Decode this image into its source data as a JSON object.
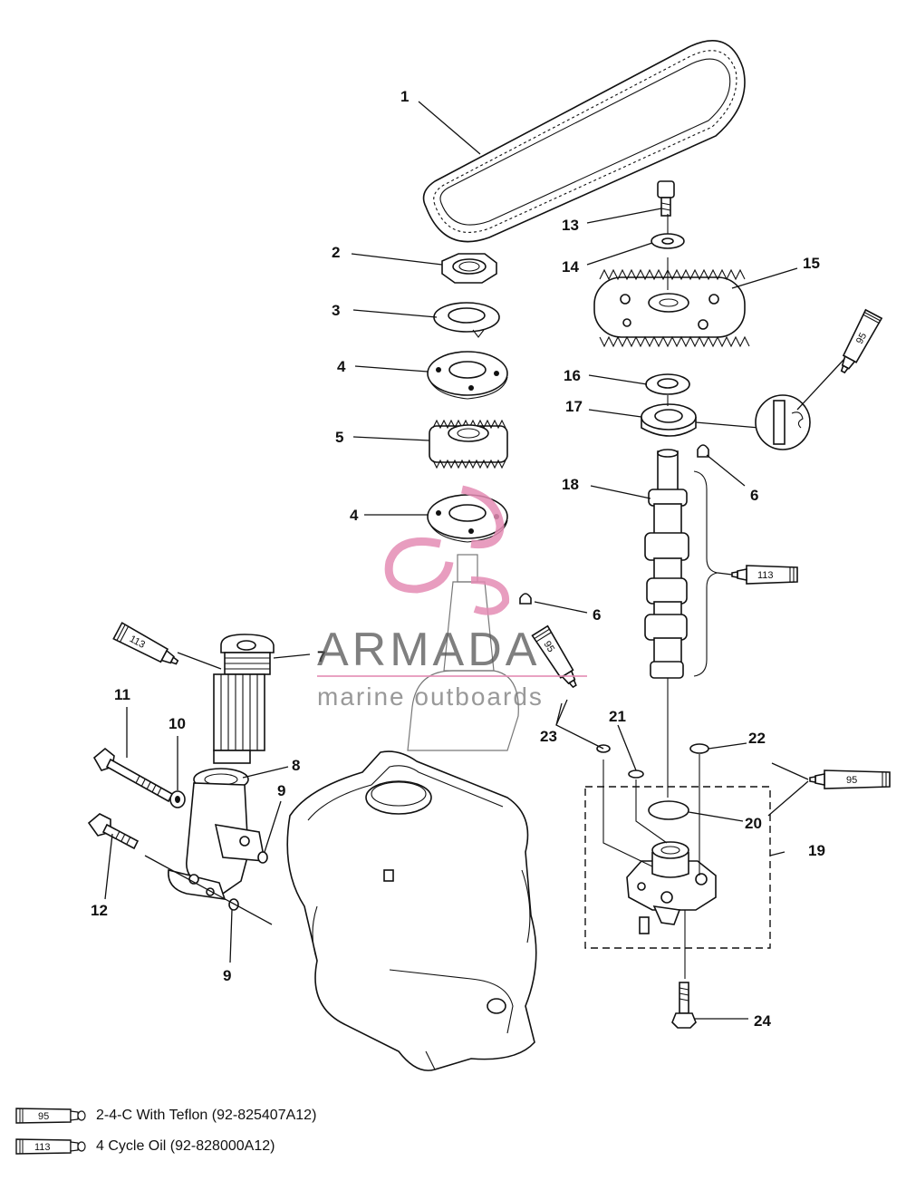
{
  "labels": {
    "p1": "1",
    "p2": "2",
    "p3": "3",
    "p4a": "4",
    "p4b": "4",
    "p5": "5",
    "p6a": "6",
    "p6b": "6",
    "p7": "7",
    "p8": "8",
    "p9a": "9",
    "p9b": "9",
    "p10": "10",
    "p11": "11",
    "p12": "12",
    "p13": "13",
    "p14": "14",
    "p15": "15",
    "p16": "16",
    "p17": "17",
    "p18": "18",
    "p19": "19",
    "p20": "20",
    "p21": "21",
    "p22": "22",
    "p23": "23",
    "p24": "24"
  },
  "tubes": {
    "t95_top": "95",
    "t113_mid": "113",
    "t113_left": "113",
    "t95_mid": "95",
    "t95_right": "95"
  },
  "watermark": {
    "brand": "ARMADA",
    "tagline": "marine outboards",
    "color_logo": "#e48cb4"
  },
  "legend": [
    {
      "code": "95",
      "text": "2-4-C  With Teflon (92-825407A12)"
    },
    {
      "code": "113",
      "text": "4 Cycle Oil (92-828000A12)"
    }
  ]
}
